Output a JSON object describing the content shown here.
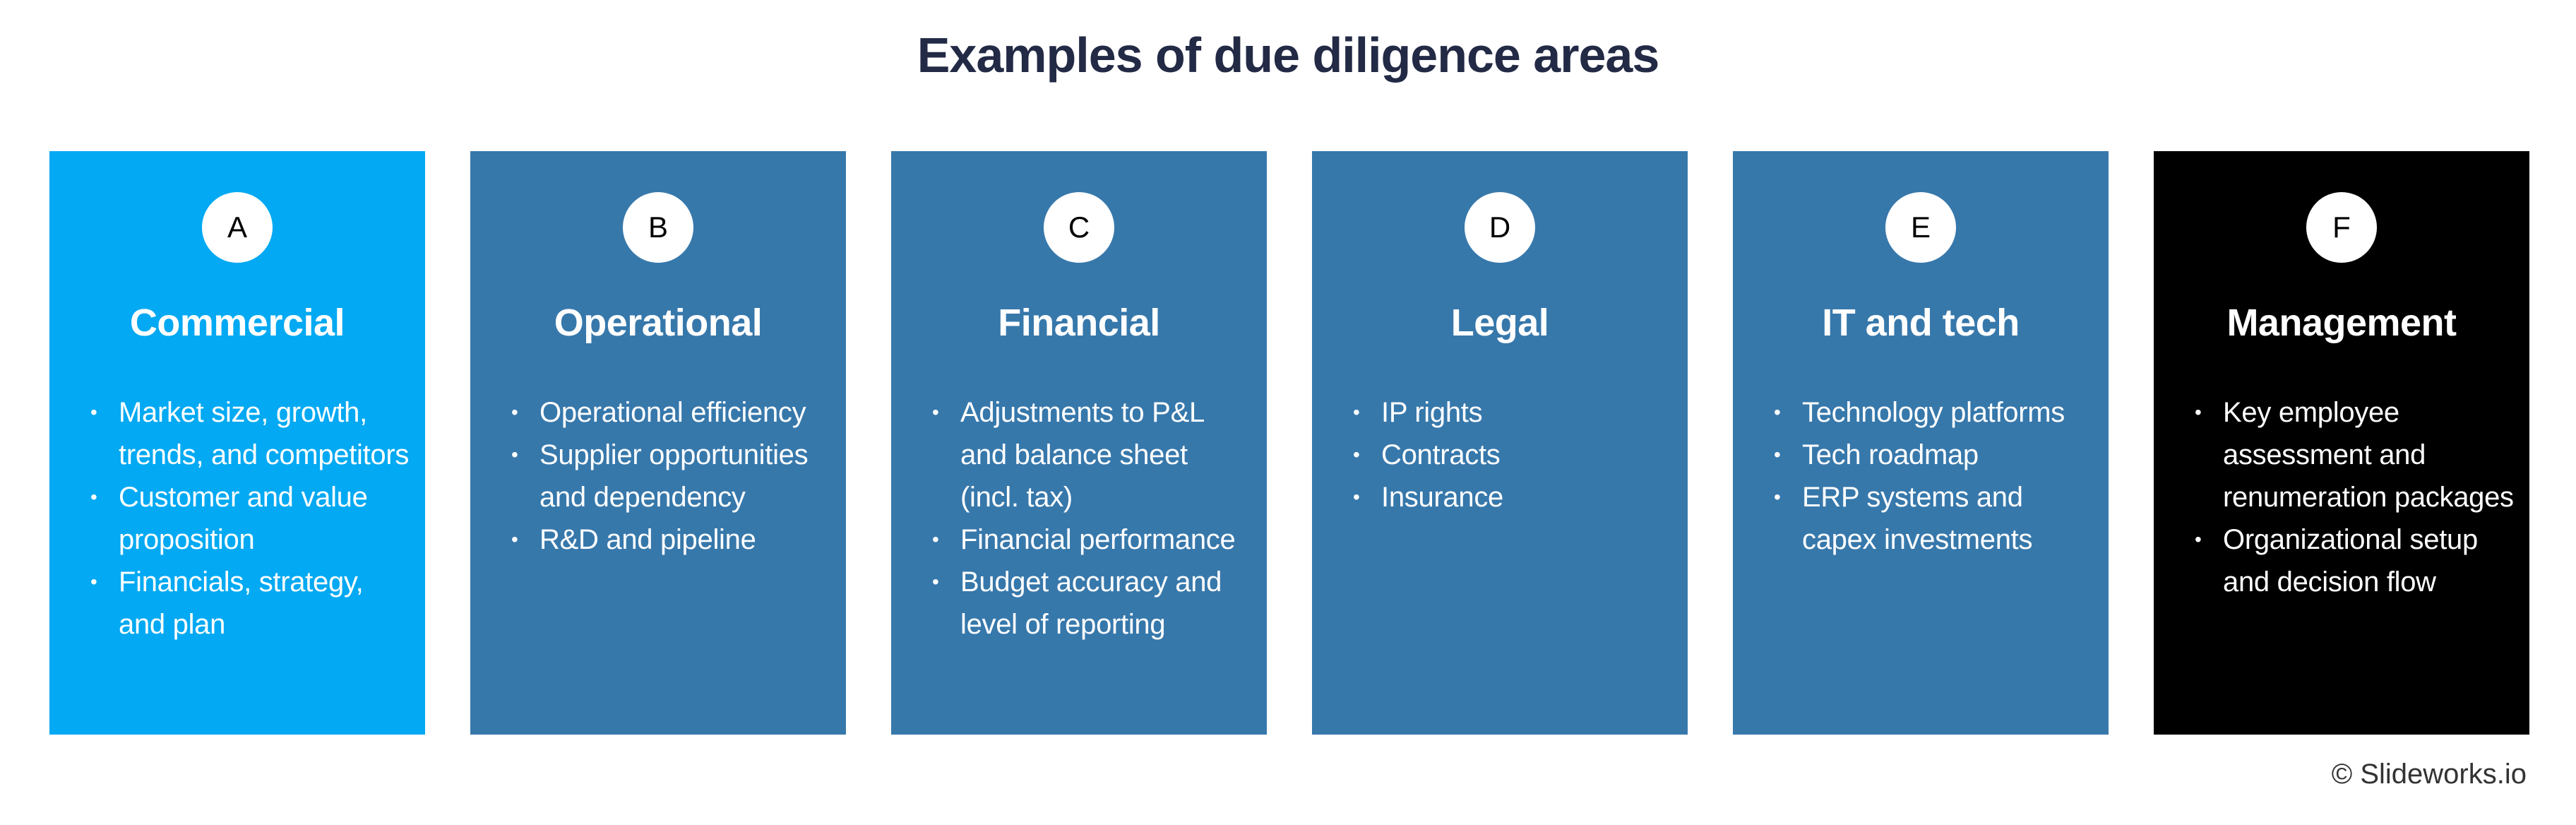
{
  "title": "Examples of due diligence areas",
  "colors": {
    "commercial": "#03a9f2",
    "standard": "#3778ab",
    "management": "#000000"
  },
  "cards": [
    {
      "letter": "A",
      "heading": "Commercial",
      "bullets": [
        "Market size, growth, trends, and competitors",
        "Customer and value proposition",
        "Financials, strategy, and plan"
      ]
    },
    {
      "letter": "B",
      "heading": "Operational",
      "bullets": [
        "Operational efficiency",
        "Supplier opportunities and dependency",
        "R&D and pipeline"
      ]
    },
    {
      "letter": "C",
      "heading": "Financial",
      "bullets": [
        "Adjustments to P&L and balance sheet (incl. tax)",
        "Financial performance",
        "Budget accuracy and level of reporting"
      ]
    },
    {
      "letter": "D",
      "heading": "Legal",
      "bullets": [
        "IP rights",
        "Contracts",
        "Insurance"
      ]
    },
    {
      "letter": "E",
      "heading": "IT and tech",
      "bullets": [
        "Technology platforms",
        "Tech roadmap",
        "ERP systems and capex investments"
      ]
    },
    {
      "letter": "F",
      "heading": "Management",
      "bullets": [
        "Key employee assessment and renumeration packages",
        "Organizational setup and decision flow"
      ]
    }
  ],
  "footer": "© Slideworks.io"
}
